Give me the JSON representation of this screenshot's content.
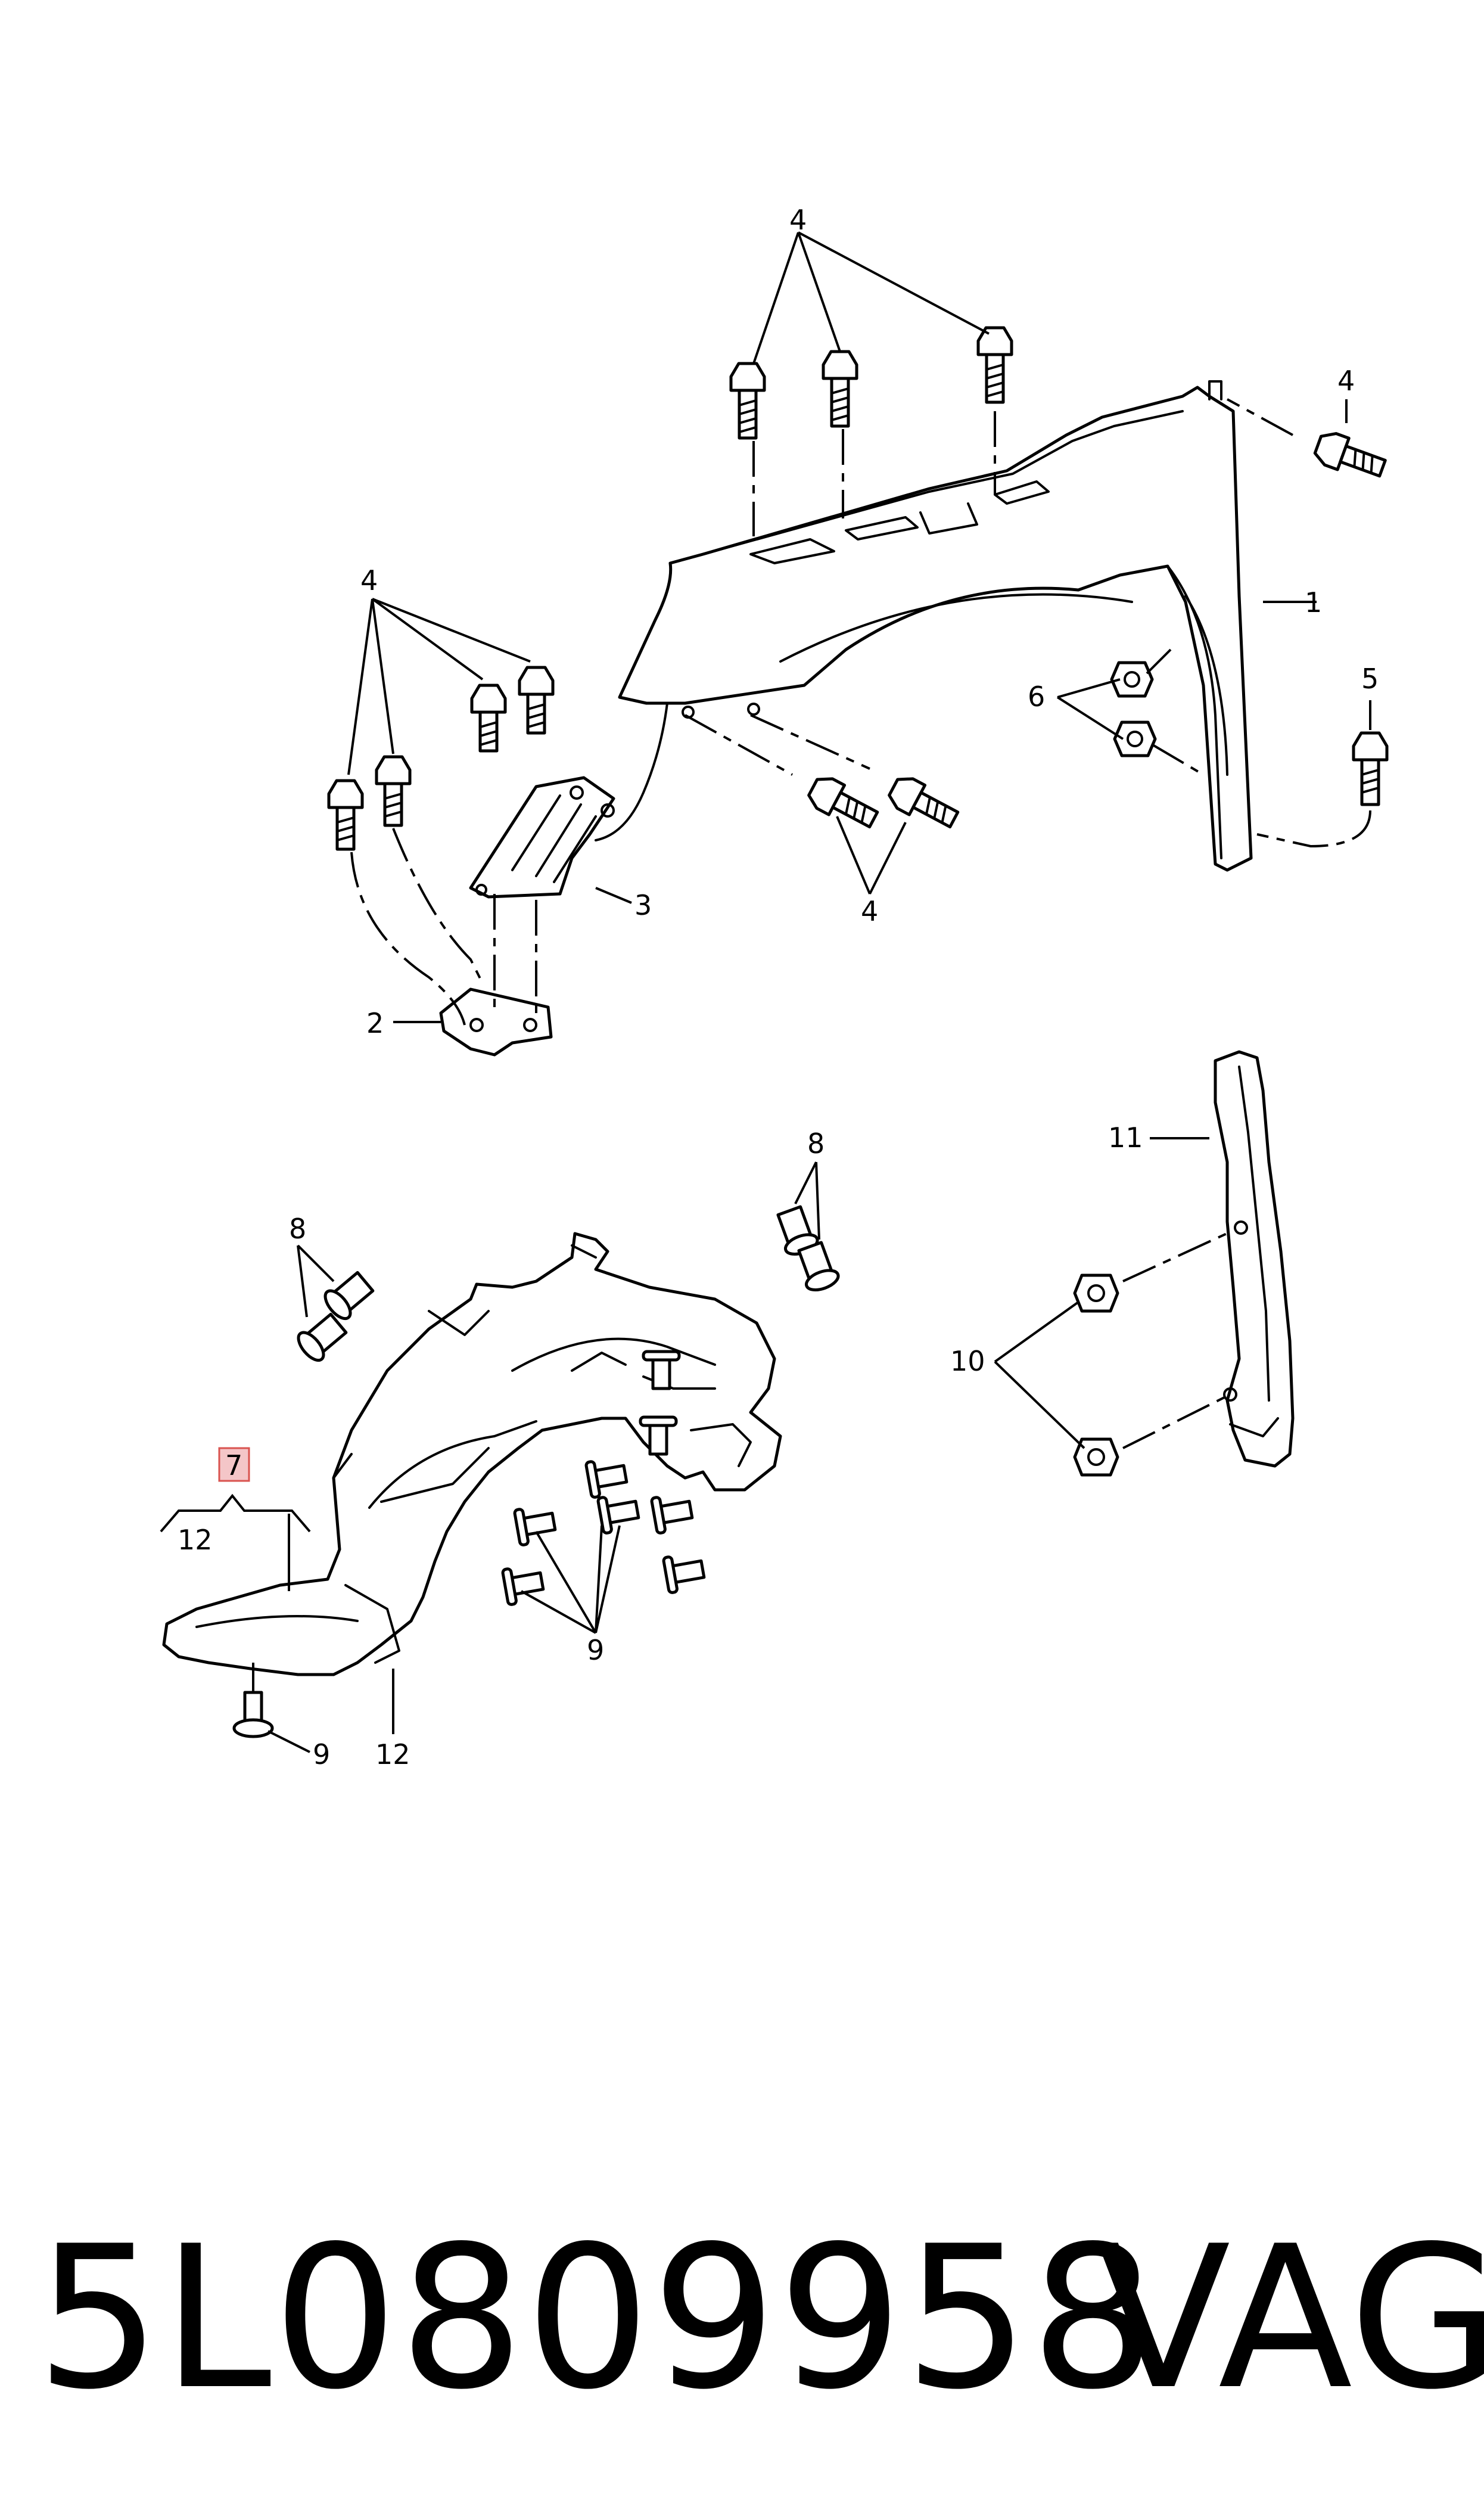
{
  "callouts": {
    "fender": "1",
    "bracket_lower": "2",
    "bracket_upper": "3",
    "bolt_top": "4",
    "bolt_right": "4",
    "bolt_left_group": "4",
    "bolt_front_pair": "4",
    "bolt_rear": "5",
    "nut_pair_upper": "6",
    "wheel_housing_liner_highlighted": "7",
    "clip_left": "8",
    "clip_right": "8",
    "screw_group": "9",
    "screw_bottom": "9",
    "nut_pair_lower": "10",
    "trim_strip": "11",
    "liner_sub_left": "12",
    "liner_sub_bottom": "12"
  },
  "footer": {
    "part_number": "5L0809958",
    "brand": "VAG"
  },
  "colors": {
    "line": "#000000",
    "highlight_fill": "#f4c6c8",
    "highlight_border": "#d9534f"
  }
}
